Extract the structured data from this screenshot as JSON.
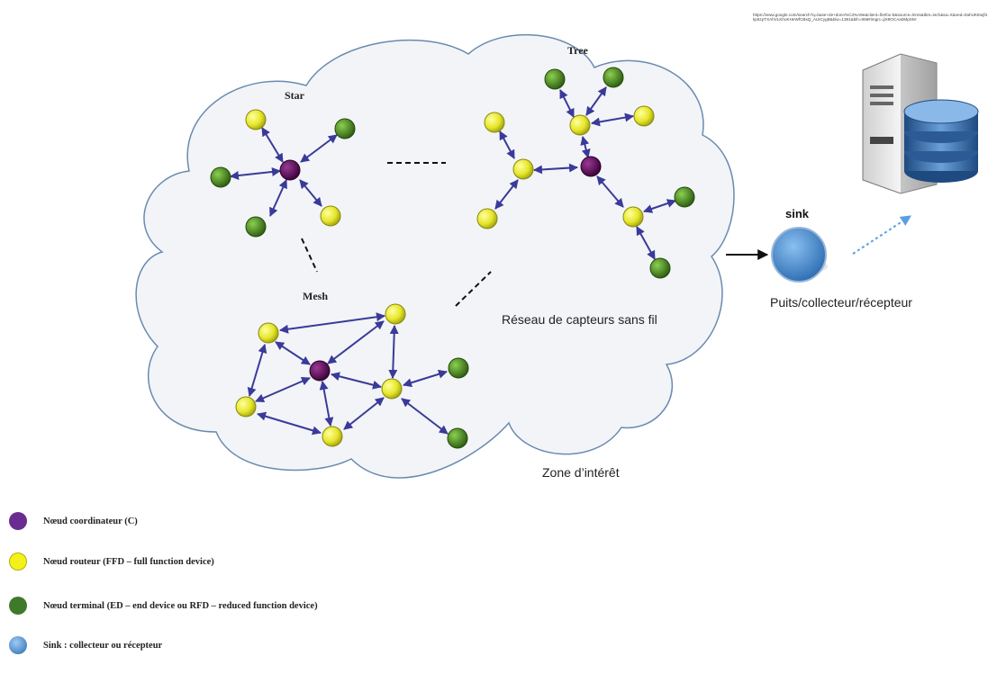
{
  "topology_labels": {
    "star": "Star",
    "tree": "Tree",
    "mesh": "Mesh"
  },
  "cloud": {
    "network_label": "Réseau de capteurs sans fil",
    "zone_label": "Zone d’intérêt"
  },
  "sink": {
    "title": "sink",
    "caption": "Puits/collecteur/récepteur"
  },
  "server": {
    "url": "https://www.google.com/search?q=base+de+donn%C3%A9e&client=firefox-b&source=lnms&tbm=isch&sa=X&ved=0ahUKEwjf4kp6zpTXAhVLKhoKHeWfCBsQ_AUICygB&biw=1381&bih=958#imgrc=jiX9OCAa0MpSM:",
    "icon": "database-server-icon"
  },
  "legend": [
    {
      "label": "Nœud coordinateur (C)",
      "color": "#6a2c91"
    },
    {
      "label": "Nœud routeur (FFD – full function device)",
      "color": "#e8e820"
    },
    {
      "label": "Nœud terminal (ED – end device ou RFD – reduced function device)",
      "color": "#3f7a2a"
    },
    {
      "label": "Sink : collecteur ou récepteur",
      "color": "#4a90e2"
    }
  ],
  "colors": {
    "coordinator": "#5a0a55",
    "router": "#e6e62a",
    "terminal": "#4a8a1e",
    "edge": "#3a3a9a",
    "cloud_stroke": "#6a8ab0",
    "cloud_fill": "#f2f4f7"
  }
}
